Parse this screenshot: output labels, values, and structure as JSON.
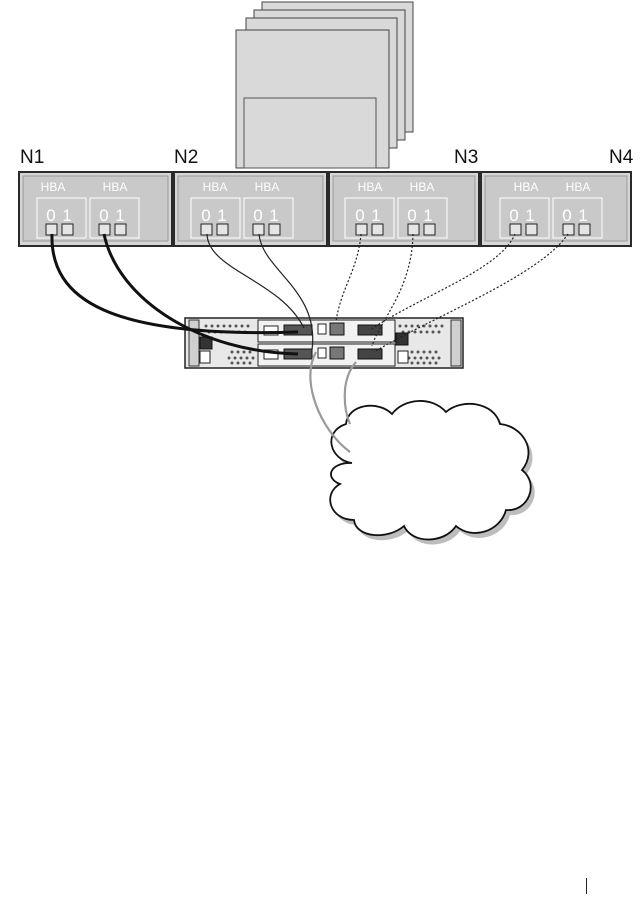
{
  "nodes": [
    {
      "label": "N1",
      "hbas": [
        "HBA",
        "HBA"
      ],
      "ports": [
        "0",
        "1",
        "0",
        "1"
      ]
    },
    {
      "label": "N2",
      "hbas": [
        "HBA",
        "HBA"
      ],
      "ports": [
        "0",
        "1",
        "0",
        "1"
      ]
    },
    {
      "label": "N3",
      "hbas": [
        "HBA",
        "HBA"
      ],
      "ports": [
        "0",
        "1",
        "0",
        "1"
      ]
    },
    {
      "label": "N4",
      "hbas": [
        "HBA",
        "HBA"
      ],
      "ports": [
        "0",
        "1",
        "0",
        "1"
      ]
    }
  ],
  "colors": {
    "node_fill": "#d6d6d6",
    "node_stroke": "#2a2a2a",
    "hba_fill": "#e9e9e9",
    "cable_dark": "#111111",
    "cable_light": "#9a9a9a",
    "cloud_fill": "#ffffff",
    "cloud_shadow": "#bdbdbd",
    "clients_fill": "#d9d9d9"
  },
  "icons": {
    "servers": "stacked-client-servers-icon",
    "storage": "storage-array-icon",
    "network": "network-cloud-icon"
  }
}
